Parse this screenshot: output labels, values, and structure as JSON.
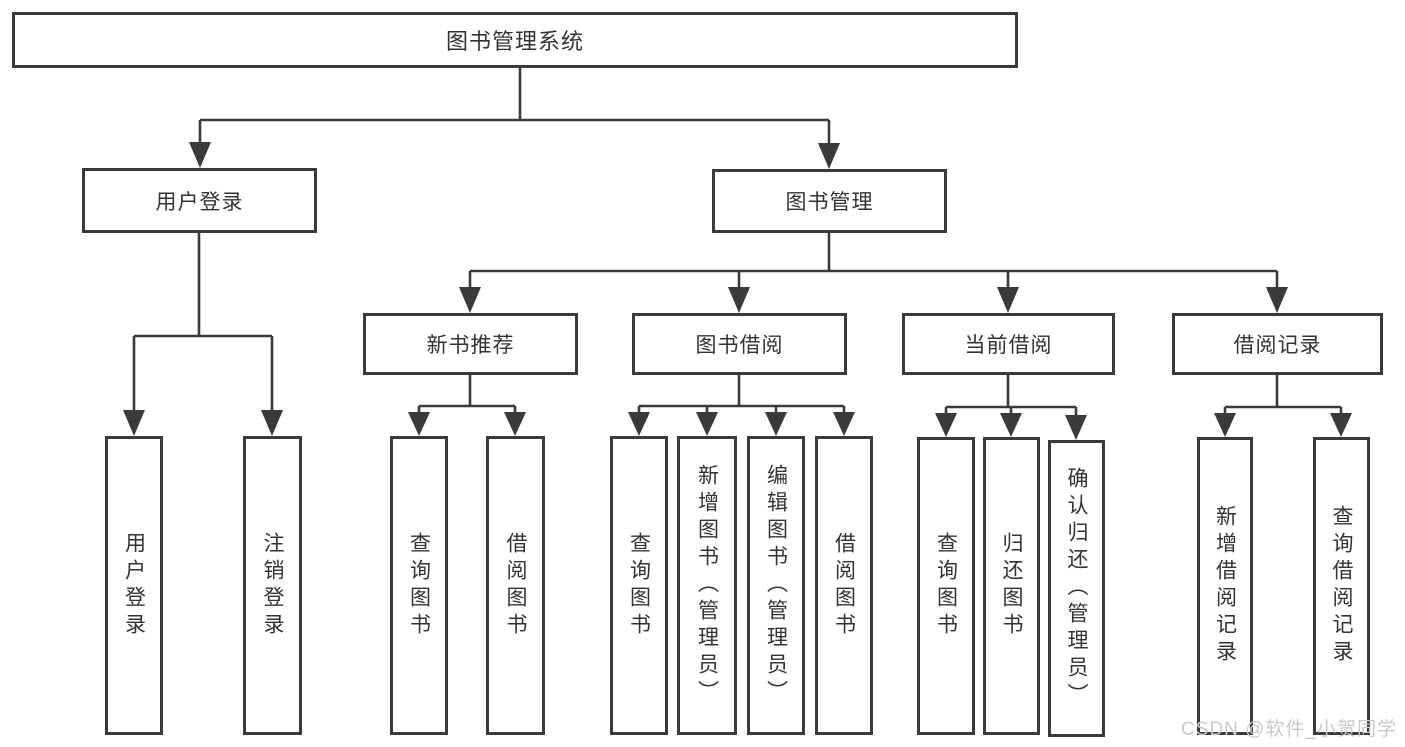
{
  "diagram": {
    "root": {
      "label": "图书管理系统"
    },
    "level1": [
      {
        "label": "用户登录"
      },
      {
        "label": "图书管理"
      }
    ],
    "level2": [
      {
        "label": "新书推荐"
      },
      {
        "label": "图书借阅"
      },
      {
        "label": "当前借阅"
      },
      {
        "label": "借阅记录"
      }
    ],
    "leaves": [
      {
        "label": "用户登录"
      },
      {
        "label": "注销登录"
      },
      {
        "label": "查询图书"
      },
      {
        "label": "借阅图书"
      },
      {
        "label": "查询图书"
      },
      {
        "label": "新增图书（管理员）"
      },
      {
        "label": "编辑图书（管理员）"
      },
      {
        "label": "借阅图书"
      },
      {
        "label": "查询图书"
      },
      {
        "label": "归还图书"
      },
      {
        "label": "确认归还（管理员）"
      },
      {
        "label": "新增借阅记录"
      },
      {
        "label": "查询借阅记录"
      }
    ],
    "watermark": "CSDN @软件_小贺同学",
    "colors": {
      "line": "#3a3a3a",
      "text": "#333333",
      "watermark": "#c9c9c9",
      "bg": "#ffffff"
    }
  }
}
